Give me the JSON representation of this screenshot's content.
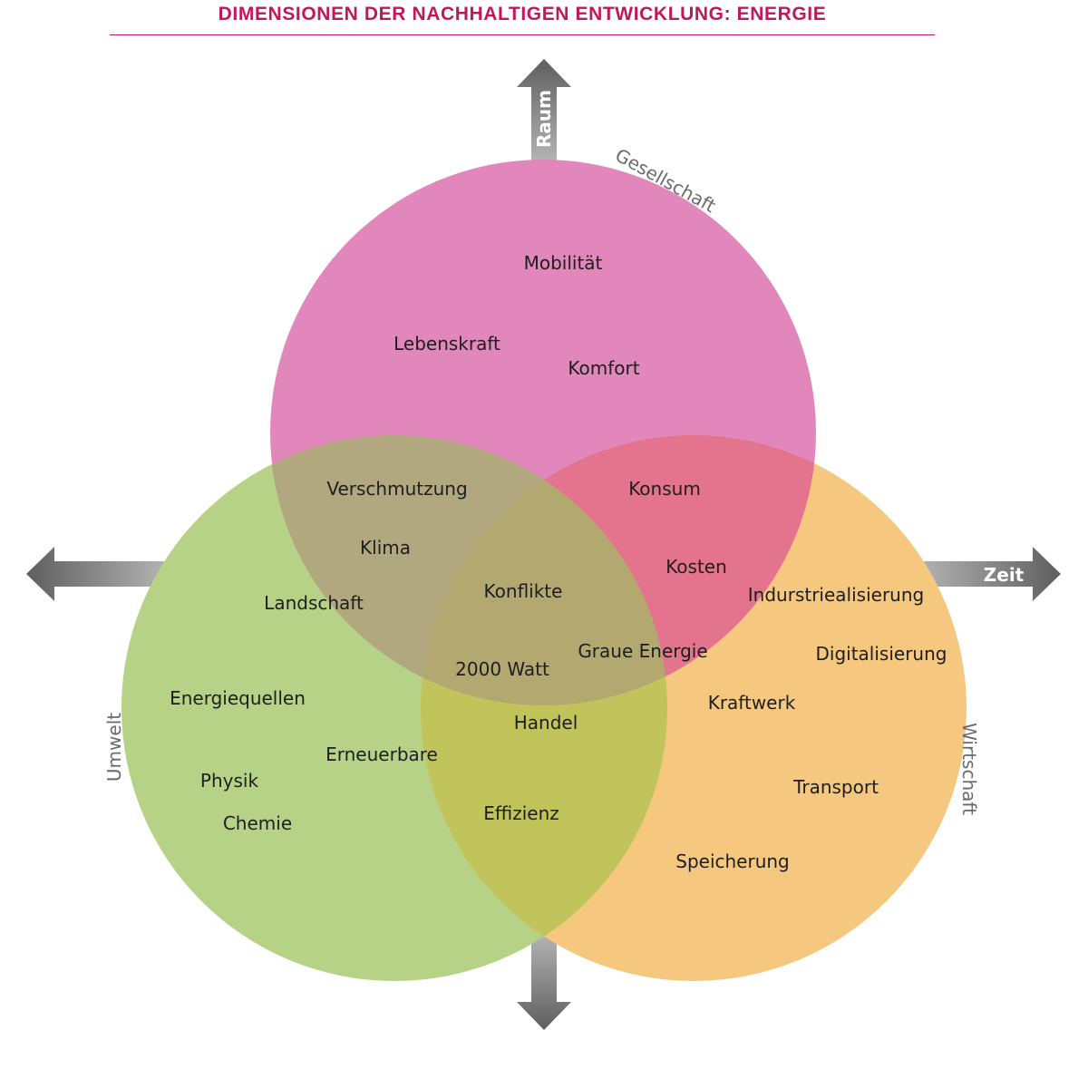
{
  "title": "DIMENSIONEN DER NACHHALTIGEN ENTWICKLUNG: ENERGIE",
  "axes": {
    "up": "Raum",
    "right": "Zeit"
  },
  "circles": {
    "gesellschaft": {
      "label": "Gesellschaft",
      "color": "#e287bb"
    },
    "umwelt": {
      "label": "Umwelt",
      "color": "#b6d287"
    },
    "wirtschaft": {
      "label": "Wirtschaft",
      "color": "#f6c87f"
    }
  },
  "overlap_colors": {
    "gesellschaft_umwelt": "#b1a880",
    "gesellschaft_wirtschaft": "#e4738e",
    "umwelt_wirtschaft": "#c0c45a",
    "center": "#b4a871"
  },
  "terms": {
    "mobilitaet": "Mobilität",
    "lebenskraft": "Lebenskraft",
    "komfort": "Komfort",
    "verschmutzung": "Verschmutzung",
    "klima": "Klima",
    "konsum": "Konsum",
    "kosten": "Kosten",
    "landschaft": "Landschaft",
    "konflikte": "Konflikte",
    "industrialisierung": "Indurstriealisierung",
    "graue_energie": "Graue Energie",
    "watt": "2000 Watt",
    "digitalisierung": "Digitalisierung",
    "energiequellen": "Energiequellen",
    "handel": "Handel",
    "kraftwerk": "Kraftwerk",
    "erneuerbare": "Erneuerbare",
    "physik": "Physik",
    "transport": "Transport",
    "chemie": "Chemie",
    "effizienz": "Effizienz",
    "speicherung": "Speicherung"
  }
}
